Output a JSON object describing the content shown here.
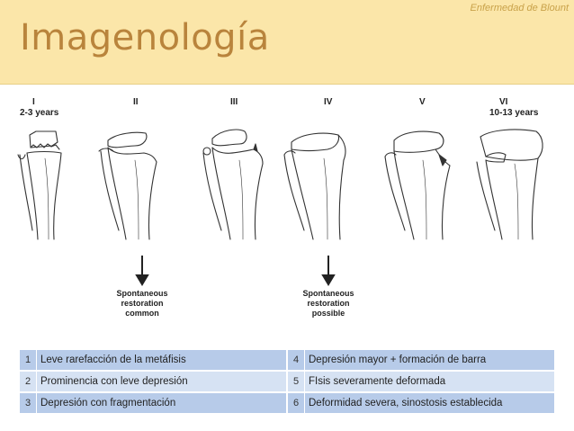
{
  "header": {
    "subtitle": "Enfermedad de Blount",
    "title": "Imagenología"
  },
  "figure": {
    "stages": [
      {
        "num": "I",
        "age": "2-3 years"
      },
      {
        "num": "II",
        "age": ""
      },
      {
        "num": "III",
        "age": ""
      },
      {
        "num": "IV",
        "age": ""
      },
      {
        "num": "V",
        "age": ""
      },
      {
        "num": "VI",
        "age": "10-13 years"
      }
    ],
    "notes": [
      {
        "lines": [
          "Spontaneous",
          "restoration",
          "common"
        ]
      },
      {
        "lines": [
          "Spontaneous",
          "restoration",
          "possible"
        ]
      }
    ]
  },
  "table": {
    "rows": [
      [
        {
          "num": "1",
          "text": "Leve rarefacción de la metáfisis"
        },
        {
          "num": "4",
          "text": "Depresión mayor + formación de barra"
        }
      ],
      [
        {
          "num": "2",
          "text": "Prominencia con leve depresión"
        },
        {
          "num": "5",
          "text": "FIsis severamente deformada"
        }
      ],
      [
        {
          "num": "3",
          "text": "Depresión con fragmentación"
        },
        {
          "num": "6",
          "text": "Deformidad severa, sinostosis establecida"
        }
      ]
    ]
  },
  "colors": {
    "header_bg": "#fbe6a9",
    "title": "#b9843c",
    "table_dark": "#b7cbe9",
    "table_light": "#d6e2f3"
  }
}
